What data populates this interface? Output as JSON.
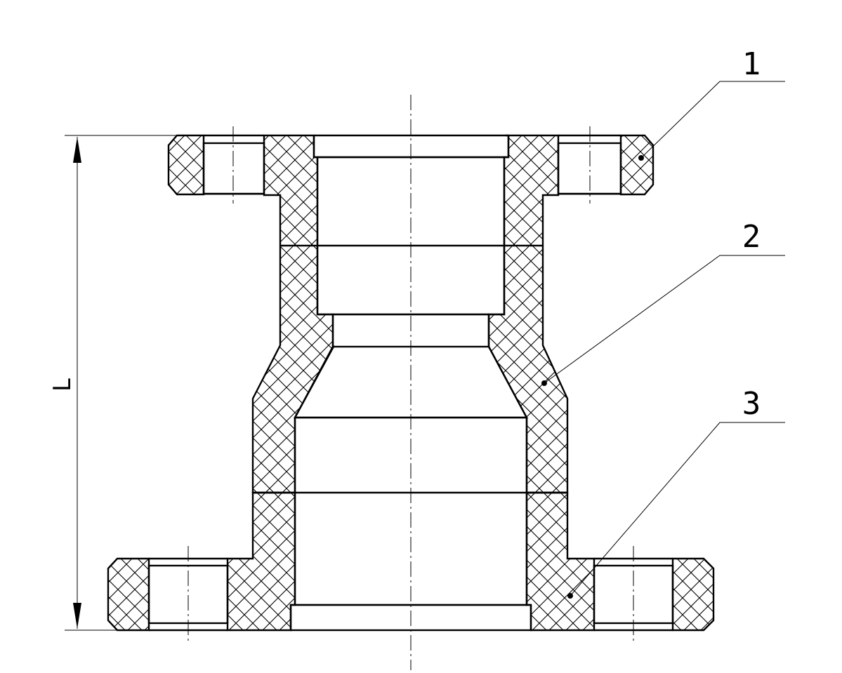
{
  "drawing": {
    "dimension_label": "L",
    "balloons": [
      {
        "number": "1"
      },
      {
        "number": "2"
      },
      {
        "number": "3"
      }
    ]
  }
}
